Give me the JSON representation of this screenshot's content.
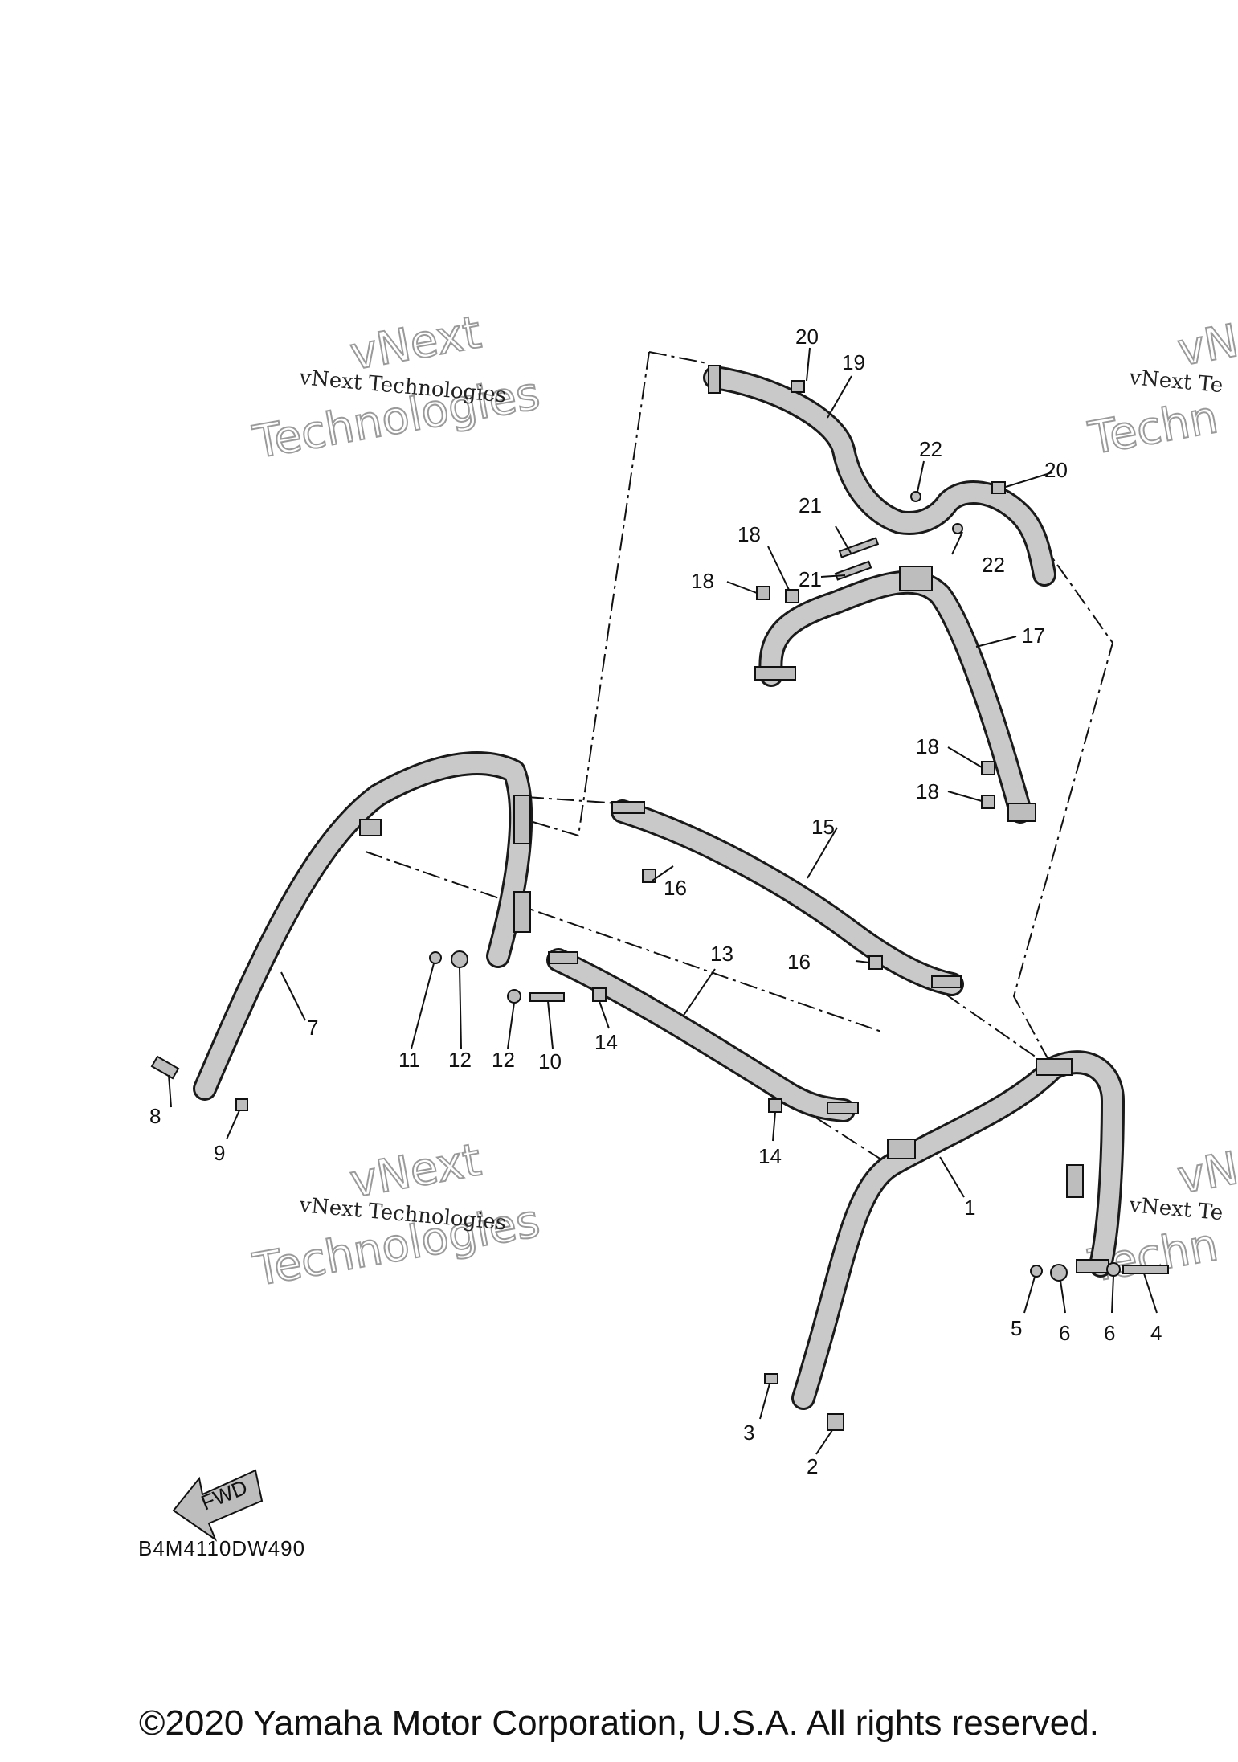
{
  "diagram": {
    "callouts": [
      "1",
      "2",
      "3",
      "4",
      "5",
      "6",
      "6",
      "7",
      "8",
      "9",
      "10",
      "11",
      "12",
      "12",
      "13",
      "14",
      "14",
      "15",
      "16",
      "16",
      "17",
      "18",
      "18",
      "18",
      "18",
      "19",
      "20",
      "20",
      "21",
      "21",
      "22",
      "22"
    ],
    "fwd_label": "FWD",
    "diagram_code": "B4M4110DW490",
    "watermark_line1": "vNext",
    "watermark_line2": "Technologies",
    "watermark_caption": "vNext Technologies",
    "watermark_caption_partial": "vNext Te",
    "watermark_line2_partial": "Techn",
    "watermark_line1_partial": "vNe"
  },
  "footer": {
    "copyright": "©2020 Yamaha Motor Corporation, U.S.A. All rights reserved."
  }
}
